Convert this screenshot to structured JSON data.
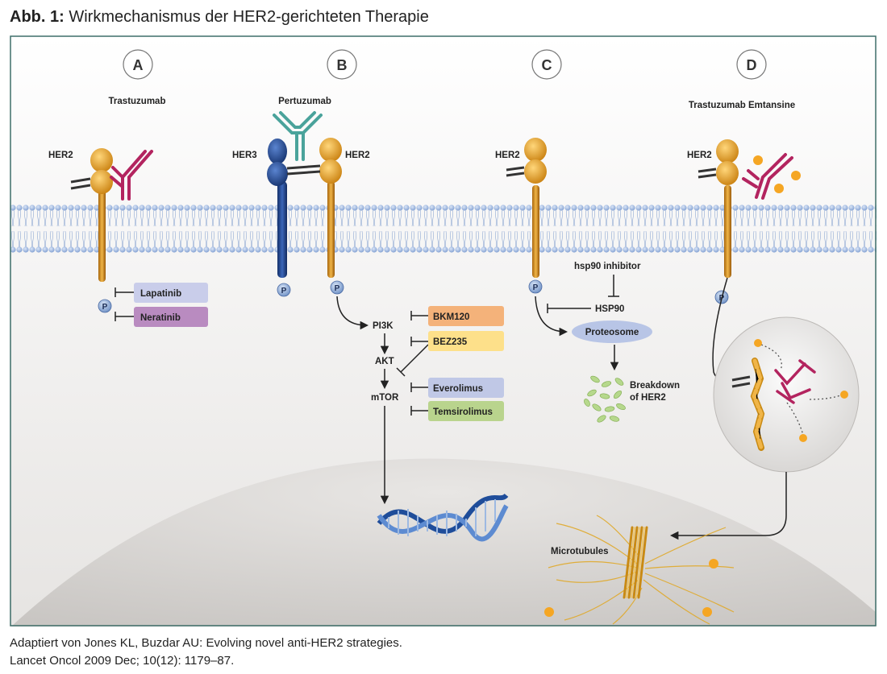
{
  "title": {
    "prefix": "Abb. 1:",
    "text": "Wirkmechanismus der HER2-gerichteten Therapie"
  },
  "panels": [
    {
      "letter": "A",
      "drug": "Trastuzumab"
    },
    {
      "letter": "B",
      "drug": "Pertuzumab"
    },
    {
      "letter": "C",
      "drug": ""
    },
    {
      "letter": "D",
      "drug": "Trastuzumab Emtansine"
    }
  ],
  "receptors": {
    "her2": "HER2",
    "her3": "HER3",
    "phospho": "P"
  },
  "inhibitors": {
    "lapatinib": "Lapatinib",
    "neratinib": "Neratinib",
    "bkm120": "BKM120",
    "bez235": "BEZ235",
    "everolimus": "Everolimus",
    "temsirolimus": "Temsirolimus"
  },
  "pathway": {
    "pi3k": "PI3K",
    "akt": "AKT",
    "mtor": "mTOR"
  },
  "hsp": {
    "inhibitor": "hsp90 inhibitor",
    "hsp90": "HSP90",
    "proteosome": "Proteosome",
    "breakdown_line1": "Breakdown",
    "breakdown_line2": "of HER2"
  },
  "microtubules": "Microtubules",
  "caption": {
    "line1": "Adaptiert von Jones KL, Buzdar AU: Evolving novel anti-HER2 strategies.",
    "line2": "Lancet Oncol 2009 Dec; 10(12): 1179–87."
  },
  "colors": {
    "her2": "#e8a31a",
    "her3": "#23488f",
    "antibody_a": "#b3245f",
    "antibody_b": "#4aa39b",
    "membrane": "#9bb6dd",
    "lapatinib": "#c9cdea",
    "neratinib": "#b98bc0",
    "bkm120": "#f4b27a",
    "bez235": "#fde08a",
    "everolimus": "#c0c8e6",
    "temsirolimus": "#b9d48d",
    "toxin": "#f5a623"
  }
}
